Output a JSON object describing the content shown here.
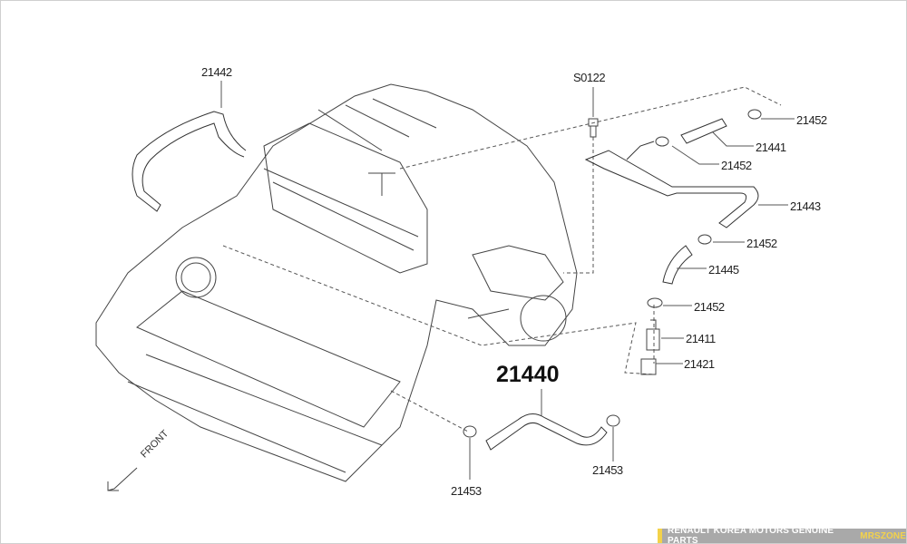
{
  "diagram": {
    "callouts": [
      {
        "id": "c21442",
        "text": "21442"
      },
      {
        "id": "cS0122",
        "text": "S0122"
      },
      {
        "id": "c21452a",
        "text": "21452"
      },
      {
        "id": "c21441",
        "text": "21441"
      },
      {
        "id": "c21452b",
        "text": "21452"
      },
      {
        "id": "c21443",
        "text": "21443"
      },
      {
        "id": "c21452c",
        "text": "21452"
      },
      {
        "id": "c21445",
        "text": "21445"
      },
      {
        "id": "c21452d",
        "text": "21452"
      },
      {
        "id": "c21411",
        "text": "21411"
      },
      {
        "id": "c21421",
        "text": "21421"
      },
      {
        "id": "c21440",
        "text": "21440"
      },
      {
        "id": "c21453a",
        "text": "21453"
      },
      {
        "id": "c21453b",
        "text": "21453"
      }
    ],
    "front_label": "FRONT"
  },
  "footer": {
    "banner_text": "RENAULT KOREA MOTORS GENUINE PARTS",
    "brand": "MRSZONE",
    "accent_color": "#f3d24a"
  }
}
